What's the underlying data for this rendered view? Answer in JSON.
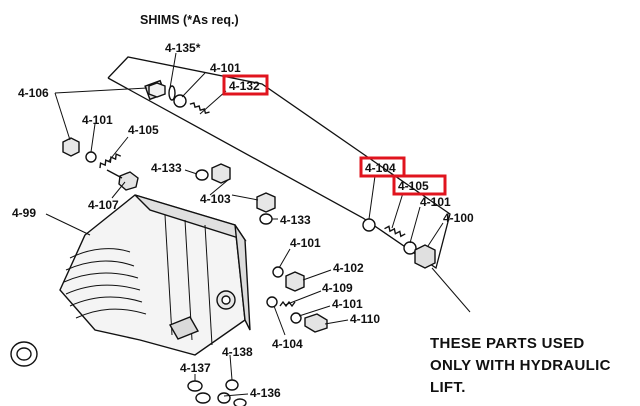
{
  "header": {
    "text": "SHIMS (*As req.)"
  },
  "labels": {
    "l_135": "4-135*",
    "l_101a": "4-101",
    "l_132": "4-132",
    "l_106": "4-106",
    "l_101b": "4-101",
    "l_105a": "4-105",
    "l_133a": "4-133",
    "l_107": "4-107",
    "l_103": "4-103",
    "l_133b": "4-133",
    "l_99": "4-99",
    "l_104a": "4-104",
    "l_105b": "4-105",
    "l_101c": "4-101",
    "l_100": "4-100",
    "l_101d": "4-101",
    "l_102": "4-102",
    "l_109": "4-109",
    "l_101e": "4-101",
    "l_110": "4-110",
    "l_104b": "4-104",
    "l_138": "4-138",
    "l_137": "4-137",
    "l_136": "4-136"
  },
  "note": {
    "line1": "THESE PARTS USED",
    "line2": "ONLY WITH HYDRAULIC",
    "line3": "LIFT."
  },
  "highlight_color": "#e0141e"
}
